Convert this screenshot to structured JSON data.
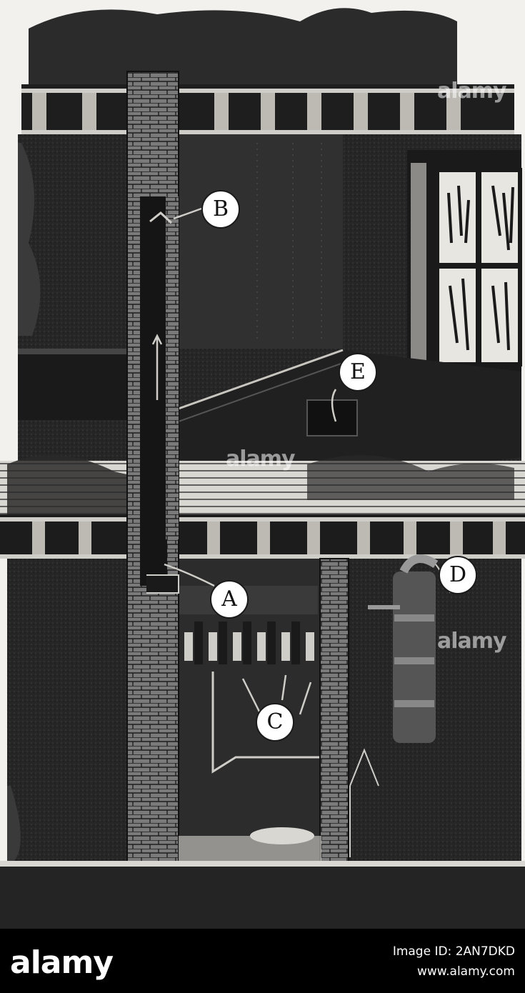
{
  "labels": {
    "a": "A",
    "b": "B",
    "c": "C",
    "d": "D",
    "e": "E"
  },
  "watermark": {
    "brand": "alamy",
    "image_id": "Image ID: 2AN7DKD",
    "site": "www.alamy.com"
  },
  "colors": {
    "ink": "#1c1c1c",
    "wall": "#2a2a2a",
    "brick": "#6a6a6a",
    "paper": "#f2f1ee",
    "footer": "#000000"
  }
}
